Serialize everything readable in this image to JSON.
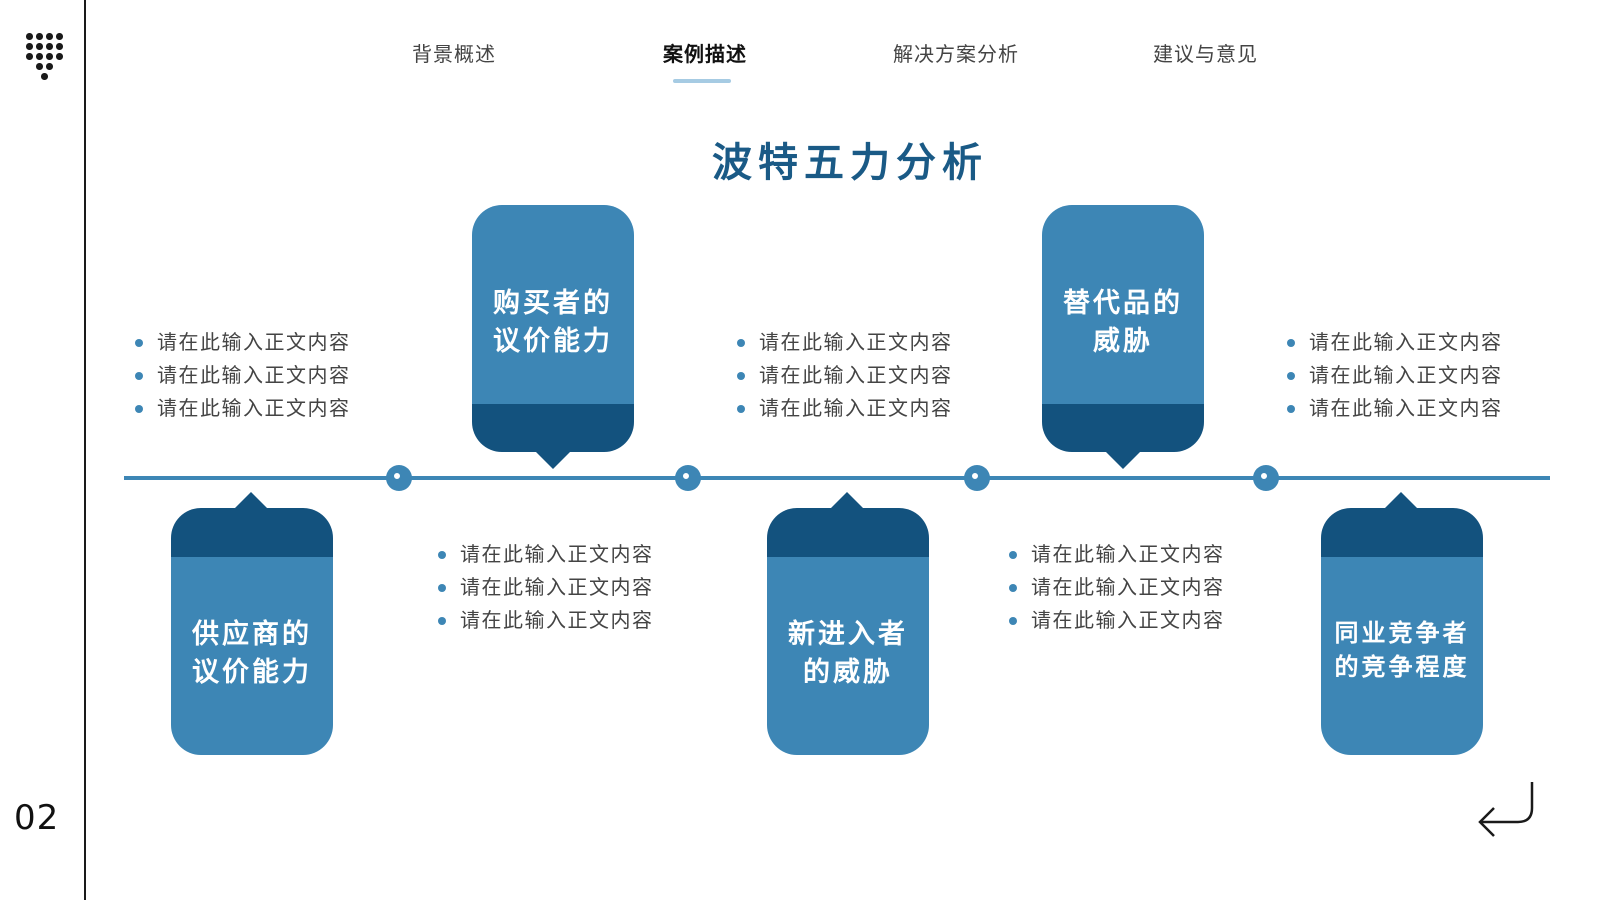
{
  "page_number": "02",
  "nav": {
    "items": [
      {
        "label": "背景概述"
      },
      {
        "label": "案例描述"
      },
      {
        "label": "解决方案分析"
      },
      {
        "label": "建议与意见"
      }
    ],
    "active": "案例描述"
  },
  "title": "波特五力分析",
  "forces": [
    {
      "line1": "供应商的",
      "line2": "议价能力"
    },
    {
      "line1": "购买者的",
      "line2": "议价能力"
    },
    {
      "line1": "新进入者",
      "line2": "的威胁"
    },
    {
      "line1": "替代品的",
      "line2": "威胁"
    },
    {
      "line1": "同业竞争者",
      "line2": "的竞争程度"
    }
  ],
  "bullet_groups": [
    [
      "请在此输入正文内容",
      "请在此输入正文内容",
      "请在此输入正文内容"
    ],
    [
      "请在此输入正文内容",
      "请在此输入正文内容",
      "请在此输入正文内容"
    ],
    [
      "请在此输入正文内容",
      "请在此输入正文内容",
      "请在此输入正文内容"
    ],
    [
      "请在此输入正文内容",
      "请在此输入正文内容",
      "请在此输入正文内容"
    ],
    [
      "请在此输入正文内容",
      "请在此输入正文内容",
      "请在此输入正文内容"
    ]
  ],
  "icons": {
    "menu": "dot-grid-icon",
    "back": "return-arrow-icon",
    "timeline_node": "ring-node-icon"
  },
  "colors": {
    "accent": "#3d86b5",
    "accent_dark": "#13527e",
    "title": "#1a5a86",
    "nav_underline": "#a6cbe3"
  }
}
